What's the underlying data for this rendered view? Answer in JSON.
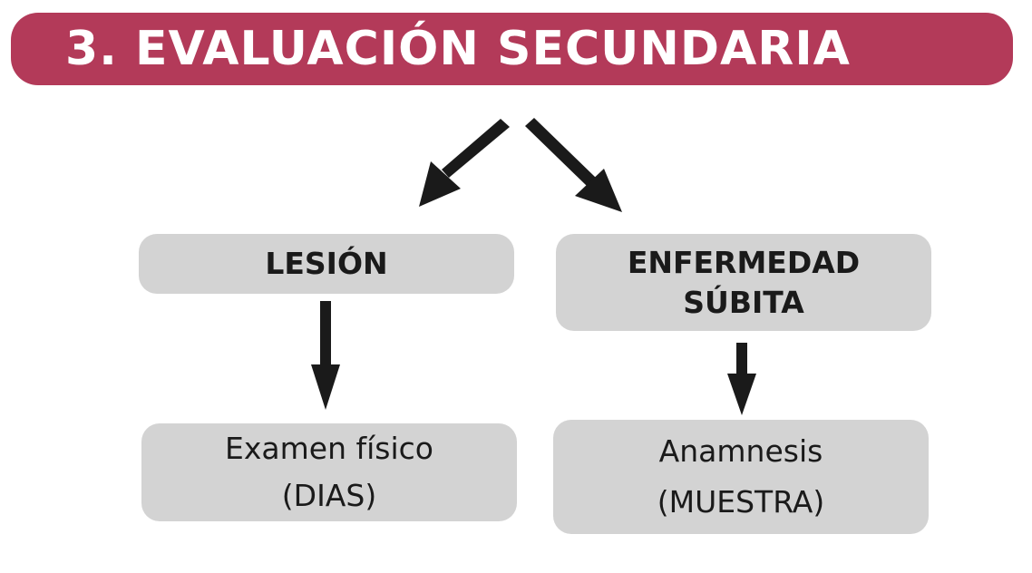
{
  "title": "3. EVALUACIÓN SECUNDARIA",
  "colors": {
    "banner": "#b33a59",
    "box": "#d3d3d3",
    "arrow": "#1a1a1a",
    "banner_text": "#ffffff"
  },
  "nodes": {
    "lesion": {
      "label": "LESIÓN"
    },
    "enfermedad": {
      "line1": "ENFERMEDAD",
      "line2": "SÚBITA"
    },
    "examen": {
      "line1": "Examen físico",
      "line2": "(DIAS)"
    },
    "anamnesis": {
      "line1": "Anamnesis",
      "line2": "(MUESTRA)"
    }
  },
  "edges": [
    {
      "from": "title",
      "to": "lesion"
    },
    {
      "from": "title",
      "to": "enfermedad"
    },
    {
      "from": "lesion",
      "to": "examen"
    },
    {
      "from": "enfermedad",
      "to": "anamnesis"
    }
  ]
}
